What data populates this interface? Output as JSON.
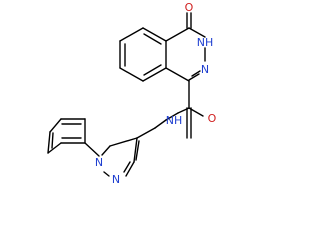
{
  "colors": {
    "bond": "#000000",
    "nitrogen": "#1f3fd0",
    "oxygen": "#d01f1f",
    "background": "#ffffff"
  },
  "molecule": {
    "atoms": {
      "ring_carbonyl_oxygen": "O",
      "ring_nh": "NH",
      "ring_n": "N",
      "amide_oxygen": "O",
      "amide_nh": "NH",
      "pyrazole_n1": "N",
      "pyrazole_n2": "N"
    }
  }
}
